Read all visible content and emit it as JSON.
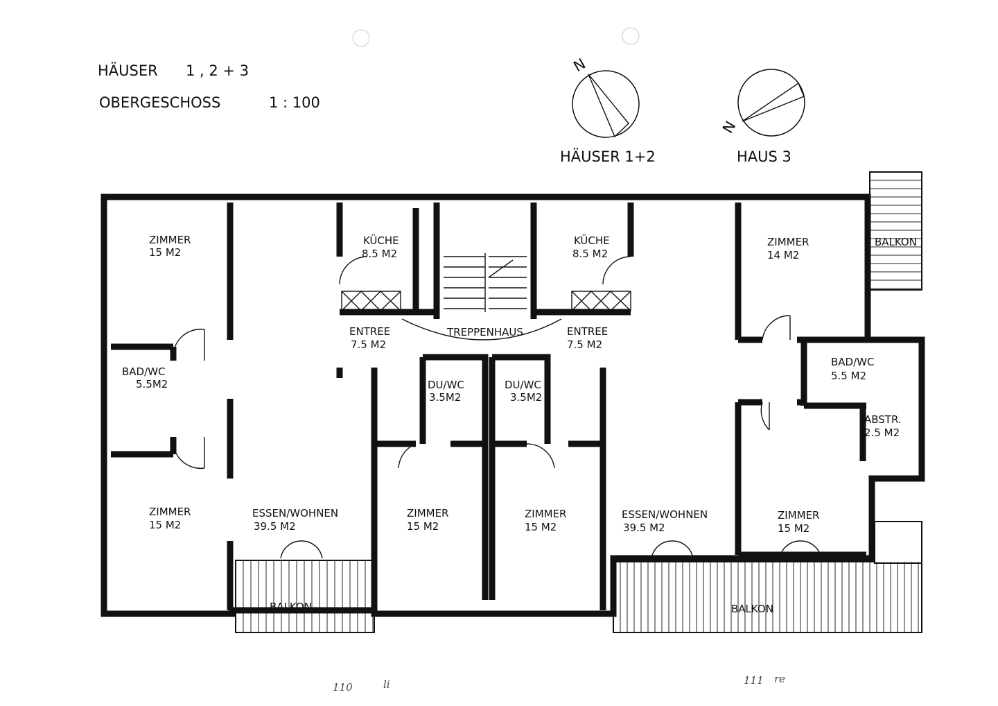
{
  "header": {
    "title_line1": "HÄUSER",
    "title_houses": "1 , 2 + 3",
    "title_line2": "OBERGESCHOSS",
    "scale": "1  :  100"
  },
  "compass": [
    {
      "north_label": "N",
      "caption": "HÄUSER  1+2"
    },
    {
      "north_label": "N",
      "caption": "HAUS    3"
    }
  ],
  "rooms": {
    "zimmer_tl": {
      "name": "ZIMMER",
      "area": "15  M2"
    },
    "bad_left": {
      "name": "BAD/WC",
      "area": "5.5M2"
    },
    "zimmer_bl": {
      "name": "ZIMMER",
      "area": "15  M2"
    },
    "essen_left": {
      "name": "ESSEN/WOHNEN",
      "area": "39.5  M2"
    },
    "kueche_left": {
      "name": "KÜCHE",
      "area": "8.5 M2"
    },
    "entree_left": {
      "name": "ENTREE",
      "area": "7.5  M2"
    },
    "treppenhaus": {
      "name": "TREPPENHAUS"
    },
    "kueche_right": {
      "name": "KÜCHE",
      "area": "8.5 M2"
    },
    "entree_right": {
      "name": "ENTREE",
      "area": "7.5  M2"
    },
    "duwc_left": {
      "name": "DU/WC",
      "area": "3.5M2"
    },
    "duwc_right": {
      "name": "DU/WC",
      "area": "3.5M2"
    },
    "zimmer_ml": {
      "name": "ZIMMER",
      "area": "15  M2"
    },
    "zimmer_mr": {
      "name": "ZIMMER",
      "area": "15  M2"
    },
    "essen_right": {
      "name": "ESSEN/WOHNEN",
      "area": "39.5  M2"
    },
    "zimmer_tr": {
      "name": "ZIMMER",
      "area": "14  M2"
    },
    "balkon_tr": {
      "name": "BALKON"
    },
    "bad_right": {
      "name": "BAD/WC",
      "area": "5.5  M2"
    },
    "abstr": {
      "name": "ABSTR.",
      "area": "2.5  M2"
    },
    "zimmer_br": {
      "name": "ZIMMER",
      "area": "15  M2"
    },
    "balkon_left": {
      "name": "BALKON"
    },
    "balkon_right": {
      "name": "BALKON"
    }
  },
  "handwritten": [
    "110",
    "li",
    "111",
    "re"
  ]
}
